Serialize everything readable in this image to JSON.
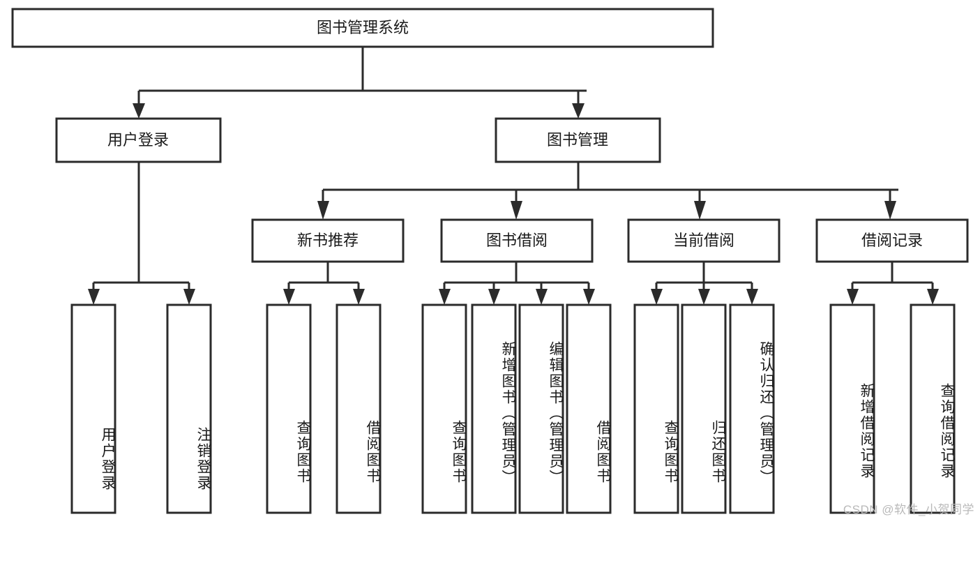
{
  "diagram": {
    "title": "图书管理系统",
    "type": "hierarchy-tree",
    "watermark": "CSDN @软件_小贺同学",
    "colors": {
      "stroke": "#2b2b2b",
      "box_fill": "#ffffff",
      "text": "#1a1a1a",
      "background": "#ffffff",
      "watermark": "#b9b9b9"
    },
    "levels": [
      {
        "level": 1,
        "nodes": [
          {
            "id": "root",
            "label": "图书管理系统",
            "orientation": "horizontal"
          }
        ]
      },
      {
        "level": 2,
        "nodes": [
          {
            "id": "user-login",
            "label": "用户登录",
            "orientation": "horizontal",
            "parent": "root"
          },
          {
            "id": "book-manage",
            "label": "图书管理",
            "orientation": "horizontal",
            "parent": "root"
          }
        ]
      },
      {
        "level": 3,
        "nodes": [
          {
            "id": "new-book-rec",
            "label": "新书推荐",
            "orientation": "horizontal",
            "parent": "book-manage"
          },
          {
            "id": "book-borrow",
            "label": "图书借阅",
            "orientation": "horizontal",
            "parent": "book-manage"
          },
          {
            "id": "current-borrow",
            "label": "当前借阅",
            "orientation": "horizontal",
            "parent": "book-manage"
          },
          {
            "id": "borrow-record",
            "label": "借阅记录",
            "orientation": "horizontal",
            "parent": "book-manage"
          }
        ]
      },
      {
        "level": 4,
        "nodes": [
          {
            "id": "leaf-user-login",
            "label": "用户登录",
            "orientation": "vertical",
            "parent": "user-login"
          },
          {
            "id": "leaf-logout",
            "label": "注销登录",
            "orientation": "vertical",
            "parent": "user-login"
          },
          {
            "id": "leaf-query-book-1",
            "label": "查询图书",
            "orientation": "vertical",
            "parent": "new-book-rec"
          },
          {
            "id": "leaf-borrow-book-1",
            "label": "借阅图书",
            "orientation": "vertical",
            "parent": "new-book-rec"
          },
          {
            "id": "leaf-query-book-2",
            "label": "查询图书",
            "orientation": "vertical",
            "parent": "book-borrow"
          },
          {
            "id": "leaf-add-book",
            "label": "新增图书（管理员）",
            "orientation": "vertical",
            "parent": "book-borrow"
          },
          {
            "id": "leaf-edit-book",
            "label": "编辑图书（管理员）",
            "orientation": "vertical",
            "parent": "book-borrow"
          },
          {
            "id": "leaf-borrow-book-2",
            "label": "借阅图书",
            "orientation": "vertical",
            "parent": "book-borrow"
          },
          {
            "id": "leaf-query-book-3",
            "label": "查询图书",
            "orientation": "vertical",
            "parent": "current-borrow"
          },
          {
            "id": "leaf-return-book",
            "label": "归还图书",
            "orientation": "vertical",
            "parent": "current-borrow"
          },
          {
            "id": "leaf-confirm-return",
            "label": "确认归还（管理员）",
            "orientation": "vertical",
            "parent": "current-borrow"
          },
          {
            "id": "leaf-add-record",
            "label": "新增借阅记录",
            "orientation": "vertical",
            "parent": "borrow-record"
          },
          {
            "id": "leaf-query-record",
            "label": "查询借阅记录",
            "orientation": "vertical",
            "parent": "borrow-record"
          }
        ]
      }
    ]
  }
}
